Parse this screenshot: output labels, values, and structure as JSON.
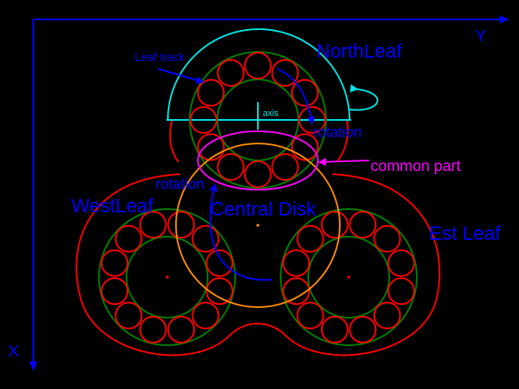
{
  "axes": {
    "x_label": "X",
    "y_label": "Y"
  },
  "labels": {
    "north_leaf": "NorthLeaf",
    "west_leaf": "WestLeaf",
    "est_leaf": "Est Leaf",
    "central_disk": "Central Disk",
    "leaf_track": "Leaf track",
    "axis": "axis",
    "rotation_north": "rotation",
    "rotation_west": "rotation",
    "common_part": "common part"
  },
  "colors": {
    "background": "#000000",
    "axes": "#0000ff",
    "label_text": "#0000ff",
    "leaf_outline": "#ff0000",
    "balls": "#ff0000",
    "rings": "#008000",
    "central_disk": "#ff8c00",
    "common_part": "#ff00ff",
    "north_hood": "#00e5e5"
  }
}
